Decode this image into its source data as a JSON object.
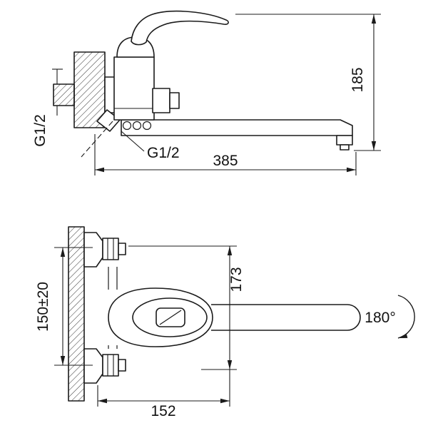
{
  "drawing": {
    "background_color": "#ffffff",
    "line_color": "#1b1b1b",
    "side_view": {
      "height_dim": "185",
      "length_dim": "385",
      "inlet_thread_label": "G1/2",
      "outlet_thread_label": "G1/2"
    },
    "front_view": {
      "height_dim": "173",
      "inlet_spacing_dim": "150±20",
      "depth_dim": "152",
      "swivel_angle": "180°"
    }
  }
}
